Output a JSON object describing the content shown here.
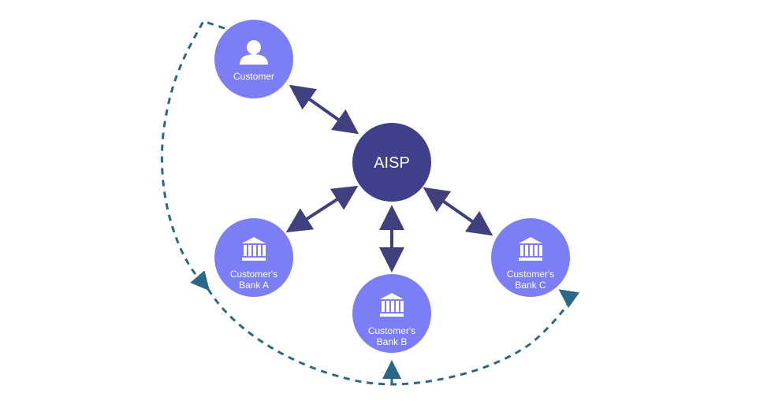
{
  "diagram": {
    "center": {
      "label": "AISP"
    },
    "nodes": {
      "customer": {
        "label": "Customer",
        "icon": "person-icon"
      },
      "bank_a": {
        "line1": "Customer's",
        "line2": "Bank A",
        "icon": "bank-icon"
      },
      "bank_b": {
        "line1": "Customer's",
        "line2": "Bank B",
        "icon": "bank-icon"
      },
      "bank_c": {
        "line1": "Customer's",
        "line2": "Bank C",
        "icon": "bank-icon"
      }
    },
    "colors": {
      "node_fill": "#7b7ef4",
      "center_fill": "#3f3f8c",
      "arrow": "#40407e",
      "dashed_path": "#2c6787",
      "label": "#ffffff"
    }
  }
}
